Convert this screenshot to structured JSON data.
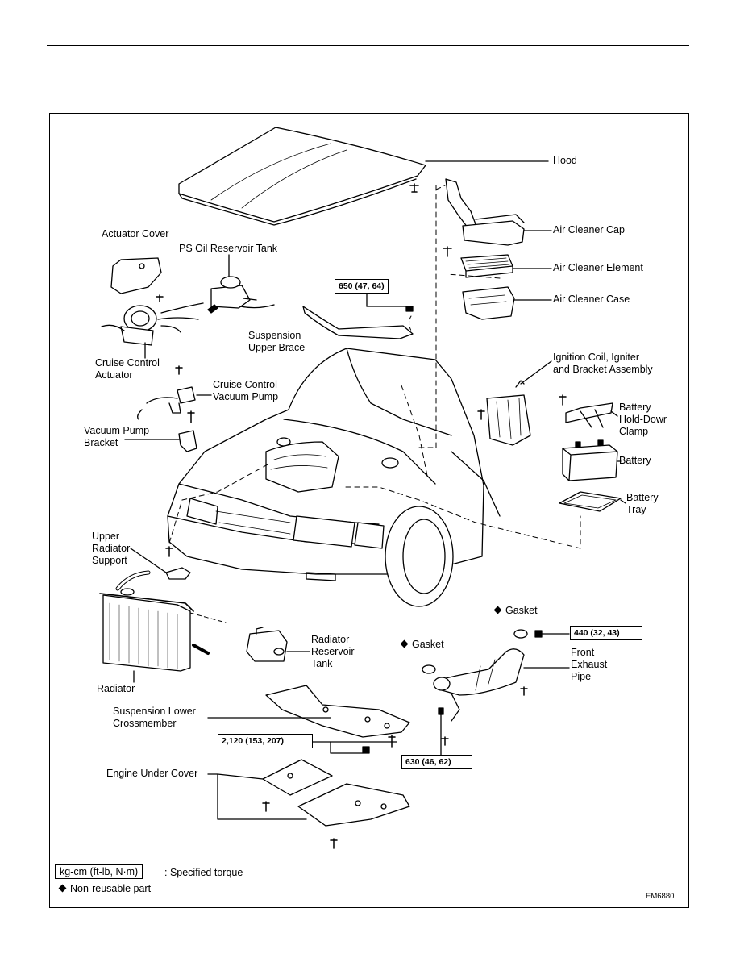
{
  "labels": {
    "hood": "Hood",
    "air_cleaner_cap": "Air Cleaner Cap",
    "air_cleaner_element": "Air Cleaner Element",
    "air_cleaner_case": "Air Cleaner Case",
    "actuator_cover": "Actuator Cover",
    "ps_oil_reservoir_tank": "PS Oil Reservoir Tank",
    "suspension_upper_brace": "Suspension\nUpper Brace",
    "cruise_control_actuator": "Cruise Control\nActuator",
    "cruise_control_vacuum_pump": "Cruise Control\nVacuum Pump",
    "vacuum_pump_bracket": "Vacuum Pump\nBracket",
    "ignition_coil_assembly": "Ignition Coil, Igniter\nand Bracket Assembly",
    "battery_hold_down_clamp": "Battery\nHold-Dowr\nClamp",
    "battery": "Battery",
    "battery_tray": "Battery\nTray",
    "upper_radiator_support": "Upper\nRadiator\nSupport",
    "radiator_reservoir_tank": "Radiator\nReservoir\nTank",
    "radiator": "Radiator",
    "gasket_upper": "Gasket",
    "gasket_lower": "Gasket",
    "front_exhaust_pipe": "Front\nExhaust\nPipe",
    "suspension_lower_crossmember": "Suspension Lower\nCrossmember",
    "engine_under_cover": "Engine Under Cover"
  },
  "torques": {
    "upper_brace": "650 (47, 64)",
    "exhaust_nut": "440 (32, 43)",
    "crossmember": "2,120 (153, 207)",
    "exhaust_bolt": "630 (46, 62)"
  },
  "legend": {
    "unit_box": "kg-cm (ft-lb, N·m)",
    "unit_desc": ": Specified torque",
    "non_reusable": "Non-reusable part"
  },
  "figure_code": "EM6880",
  "icons": {
    "non_reusable": "diamond-icon"
  }
}
